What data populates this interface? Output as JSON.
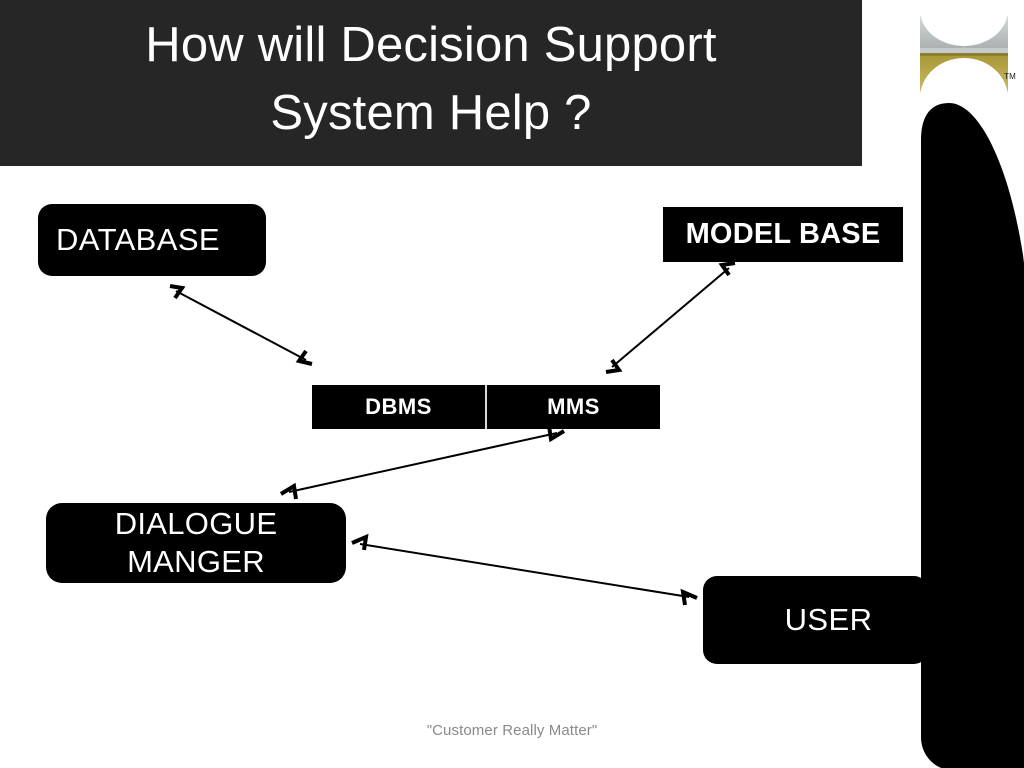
{
  "slide": {
    "title": "How will Decision Support\nSystem Help ?",
    "footer_note": "\"Customer Really Matter\"",
    "background_color": "#ffffff",
    "banner_color": "#262626",
    "node_color": "#000000",
    "node_text_color": "#ffffff",
    "footer_color": "#898989"
  },
  "logo": {
    "name": "company-logo",
    "trademark": "TM",
    "top_color": "#b9bdbe",
    "bottom_color": "#9e8f3a"
  },
  "decoration": {
    "name": "blade-shape",
    "color": "#000000"
  },
  "diagram": {
    "nodes": [
      {
        "id": "database",
        "label": "DATABASE",
        "shape": "rounded-rect"
      },
      {
        "id": "model_base",
        "label": "MODEL BASE",
        "shape": "rect"
      },
      {
        "id": "dbms",
        "label": "DBMS",
        "shape": "rect-split-left"
      },
      {
        "id": "mms",
        "label": "MMS",
        "shape": "rect-split-right"
      },
      {
        "id": "dialogue",
        "label": "DIALOGUE\nMANGER",
        "shape": "rounded-rect"
      },
      {
        "id": "user",
        "label": "USER",
        "shape": "rounded-rect"
      }
    ],
    "connectors": [
      {
        "id": "database-dbms",
        "from": "database",
        "to": "dbms",
        "style": "double-arrow"
      },
      {
        "id": "modelbase-mms",
        "from": "model_base",
        "to": "mms",
        "style": "double-arrow"
      },
      {
        "id": "dbms-dialogue",
        "from": "dbms",
        "to": "dialogue",
        "style": "double-arrow"
      },
      {
        "id": "dialogue-user",
        "from": "dialogue",
        "to": "user",
        "style": "double-arrow"
      }
    ]
  }
}
